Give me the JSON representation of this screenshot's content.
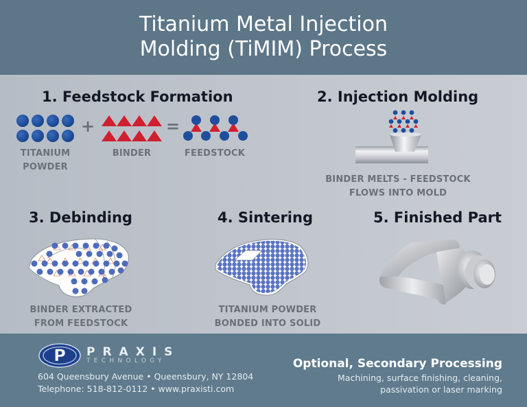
{
  "header": {
    "title_line1": "Titanium Metal Injection",
    "title_line2": "Molding (TiMIM) Process"
  },
  "steps": [
    {
      "number": "1",
      "title": "1. Feedstock Formation",
      "parts": [
        {
          "label_line1": "TITANIUM",
          "label_line2": "POWDER"
        },
        {
          "operator": "+"
        },
        {
          "label_line1": "BINDER"
        },
        {
          "operator": "="
        },
        {
          "label_line1": "FEEDSTOCK"
        }
      ]
    },
    {
      "number": "2",
      "title": "2. Injection Molding",
      "caption_line1": "BINDER MELTS - FEEDSTOCK",
      "caption_line2": "FLOWS INTO MOLD"
    },
    {
      "number": "3",
      "title": "3. Debinding",
      "caption_line1": "BINDER EXTRACTED",
      "caption_line2": "FROM FEEDSTOCK"
    },
    {
      "number": "4",
      "title": "4. Sintering",
      "caption_line1": "TITANIUM POWDER",
      "caption_line2": "BONDED INTO SOLID"
    },
    {
      "number": "5",
      "title": "5. Finished Part"
    }
  ],
  "footer": {
    "logo": {
      "letter": "P",
      "name": "PRAXIS",
      "subtitle": "TECHNOLOGY"
    },
    "address": "604 Queensbury Avenue • Queensbury, NY 12804",
    "contact": "Telephone: 518-812-0112 • www.praxisti.com",
    "secondary_title": "Optional, Secondary Processing",
    "secondary_line1": "Machining, surface finishing, cleaning,",
    "secondary_line2": "passivation or laser marking"
  },
  "colors": {
    "header_bg": "#5d7688",
    "main_bg": "#bec3ca",
    "footer_bg": "#5f7b8d",
    "powder_blue": "#1f4f9c",
    "binder_red": "#d0202f",
    "title_text": "#141824",
    "caption_text": "#6b7079"
  }
}
